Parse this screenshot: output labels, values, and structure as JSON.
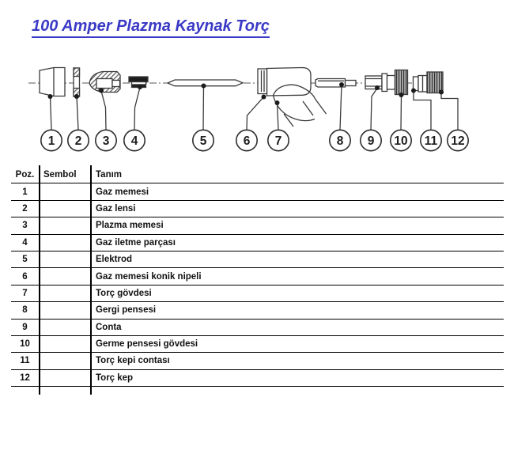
{
  "title": {
    "text": "100 Amper Plazma Kaynak Torç",
    "color": "#3A3AC6"
  },
  "diagram": {
    "callouts": [
      "1",
      "2",
      "3",
      "4",
      "5",
      "6",
      "7",
      "8",
      "9",
      "10",
      "11",
      "12"
    ]
  },
  "table": {
    "headers": {
      "poz": "Poz.",
      "sembol": "Sembol",
      "tanim": "Tanım"
    },
    "rows": [
      {
        "poz": "1",
        "sembol": "",
        "tanim": "Gaz memesi"
      },
      {
        "poz": "2",
        "sembol": "",
        "tanim": "Gaz lensi"
      },
      {
        "poz": "3",
        "sembol": "",
        "tanim": "Plazma memesi"
      },
      {
        "poz": "4",
        "sembol": "",
        "tanim": "Gaz iletme parçası"
      },
      {
        "poz": "5",
        "sembol": "",
        "tanim": "Elektrod"
      },
      {
        "poz": "6",
        "sembol": "",
        "tanim": "Gaz memesi konik nipeli"
      },
      {
        "poz": "7",
        "sembol": "",
        "tanim": "Torç gövdesi"
      },
      {
        "poz": "8",
        "sembol": "",
        "tanim": "Gergi pensesi"
      },
      {
        "poz": "9",
        "sembol": "",
        "tanim": "Conta"
      },
      {
        "poz": "10",
        "sembol": "",
        "tanim": "Germe pensesi gövdesi"
      },
      {
        "poz": "11",
        "sembol": "",
        "tanim": "Torç kepi contası"
      },
      {
        "poz": "12",
        "sembol": "",
        "tanim": "Torç kep"
      }
    ]
  },
  "colors": {
    "line": "#333333",
    "table_line": "#000000",
    "text": "#111111"
  }
}
